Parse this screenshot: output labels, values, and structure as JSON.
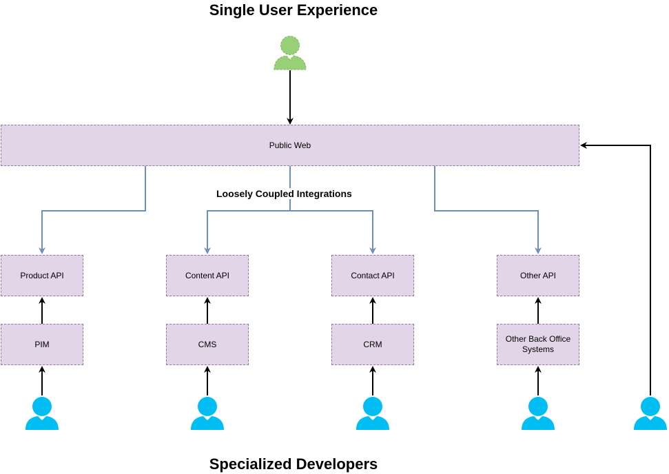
{
  "titles": {
    "top": "Single User Experience",
    "bottom": "Specialized Developers"
  },
  "public_web": {
    "label": "Public Web"
  },
  "integration_label": "Loosely Coupled Integrations",
  "apis": [
    {
      "label": "Product API"
    },
    {
      "label": "Content API"
    },
    {
      "label": "Contact API"
    },
    {
      "label": "Other API"
    }
  ],
  "systems": [
    {
      "label": "PIM"
    },
    {
      "label": "CMS"
    },
    {
      "label": "CRM"
    },
    {
      "label": "Other Back Office\nSystems"
    }
  ],
  "colors": {
    "box_fill": "#e1d5e7",
    "box_border": "#9673a6",
    "end_user": "#97d077",
    "developer": "#00bef2",
    "integration_line": "#6c8ebf",
    "arrow": "#000000"
  },
  "icons": {
    "end_user": "user-icon",
    "developer": "user-icon"
  }
}
